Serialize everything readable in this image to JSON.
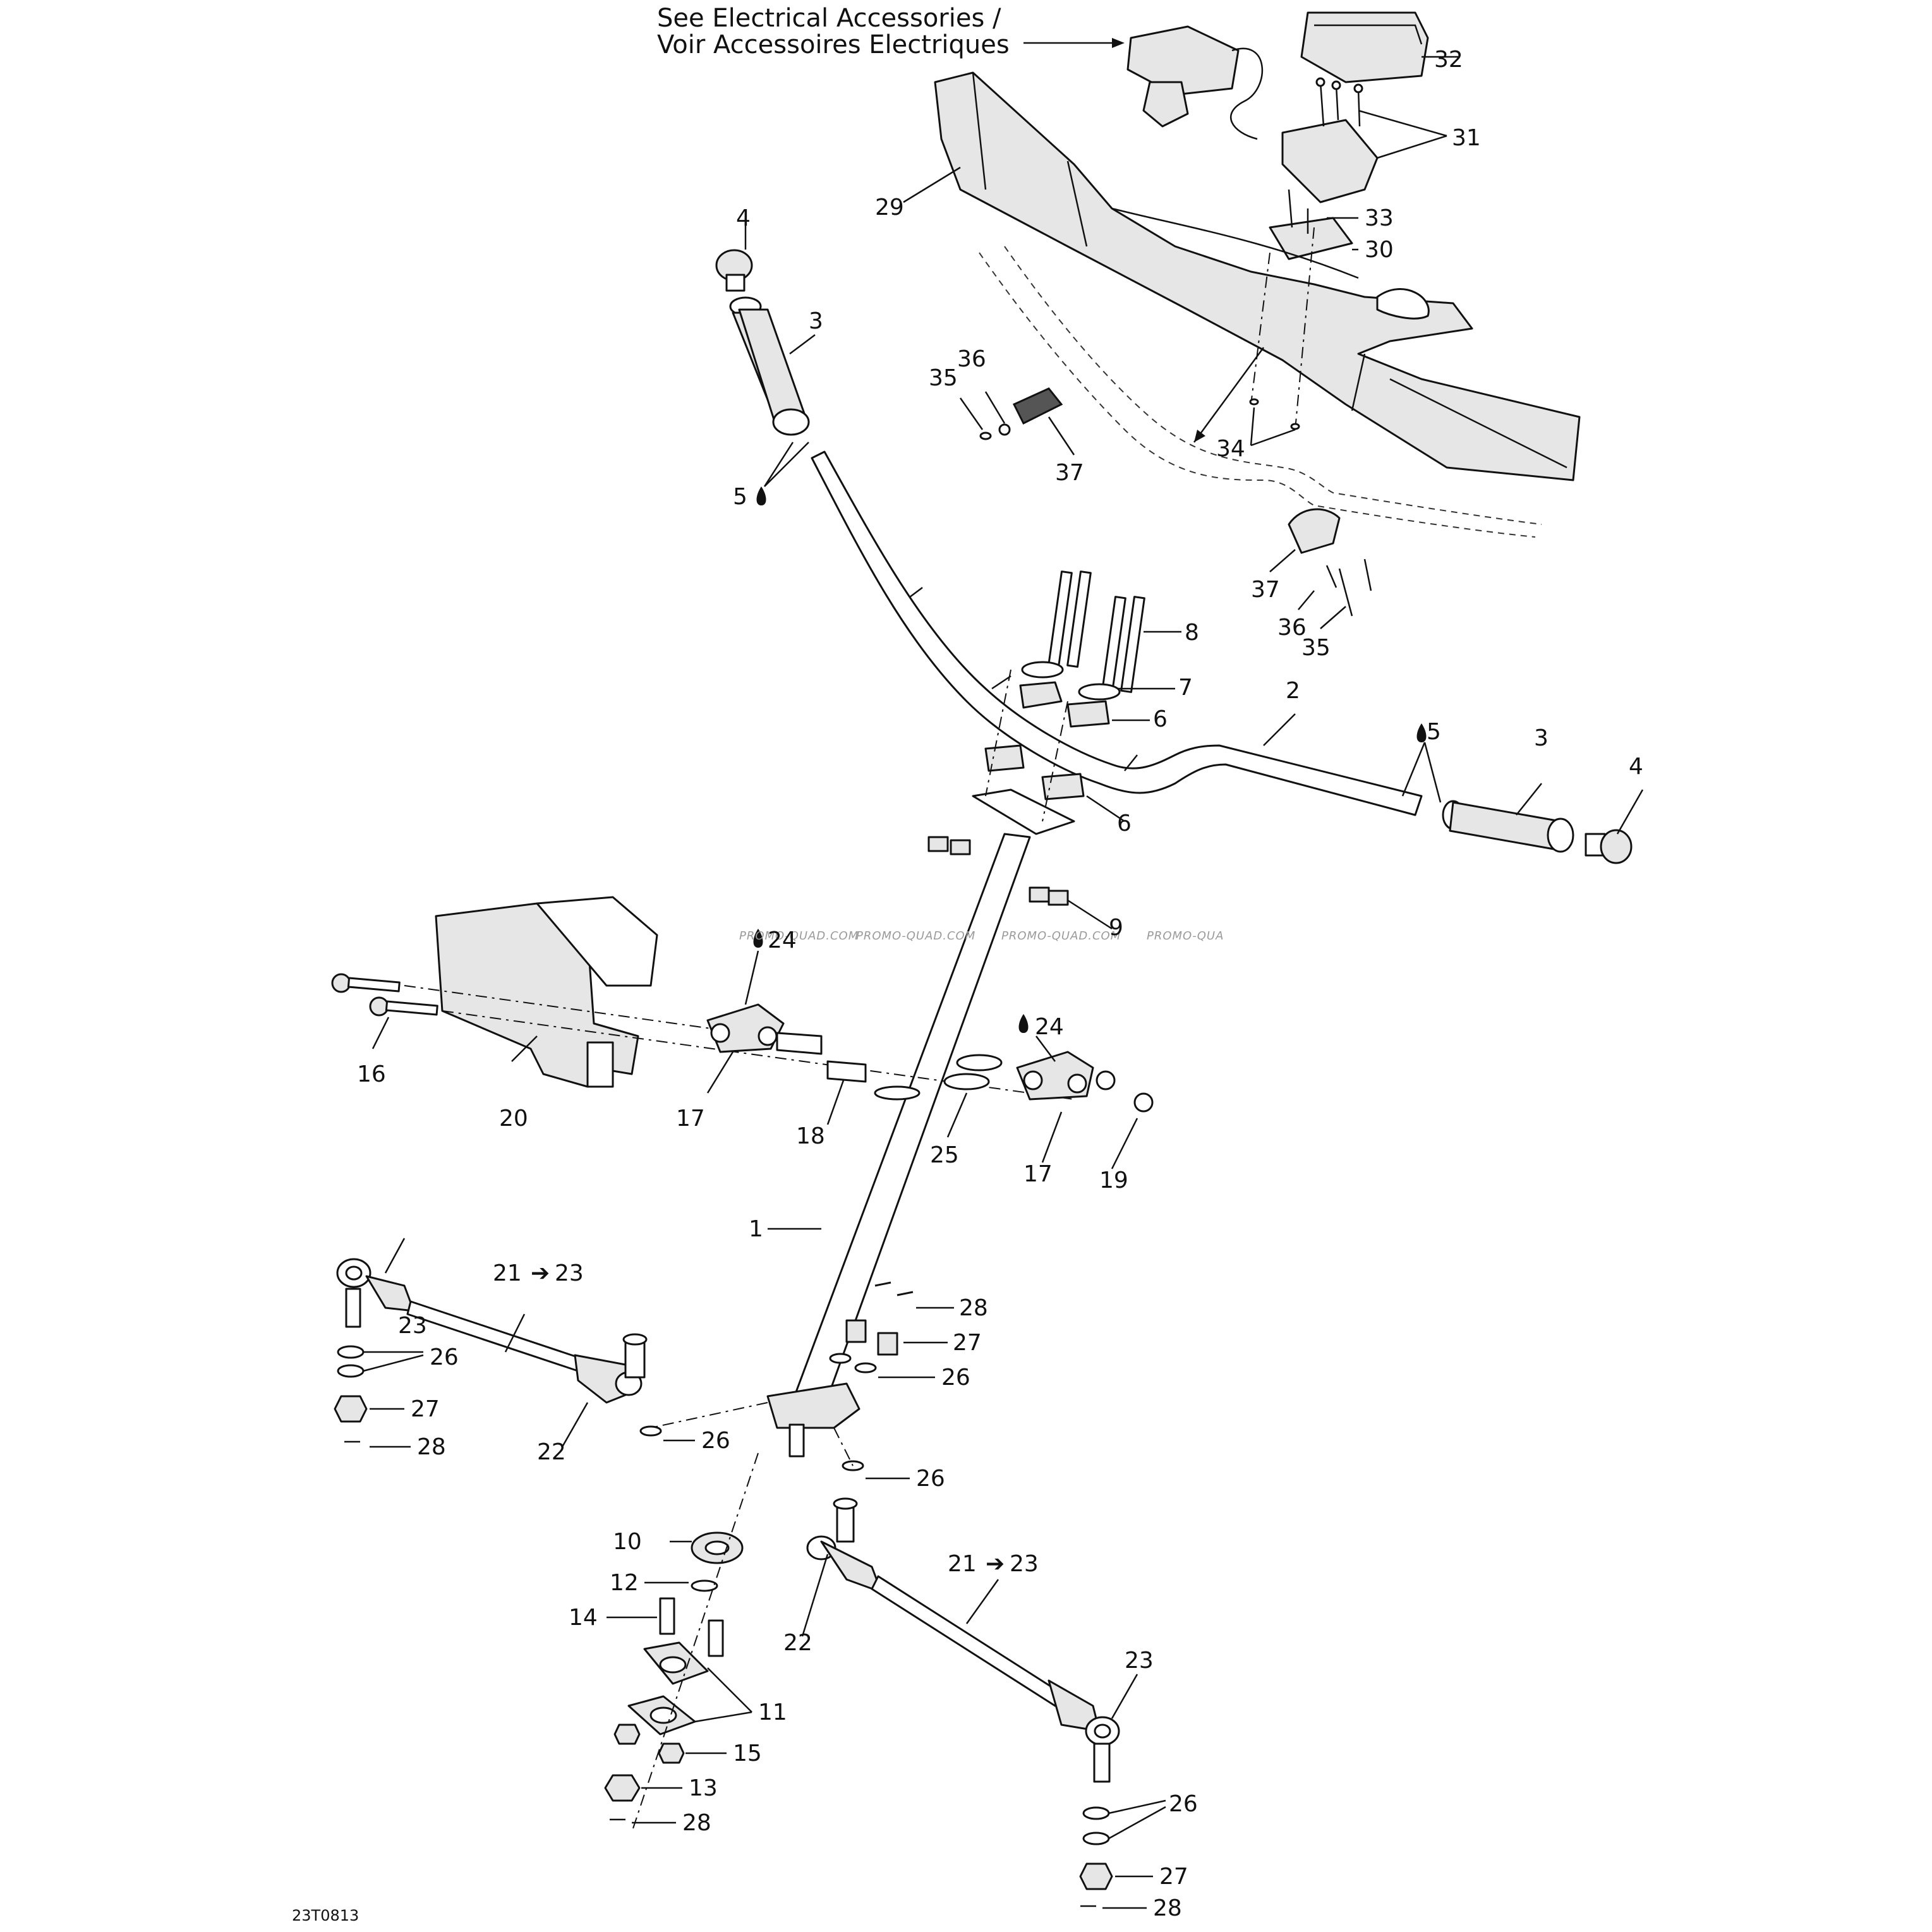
{
  "header": {
    "line1": "See Electrical Accessories  /",
    "line2": "Voir Accessoires Electriques"
  },
  "diagram_code": "23T0813",
  "watermark": [
    "PROMO-QUAD.COM",
    "PROMO-QUAD.COM",
    "PROMO-QUAD.COM",
    "PROMO-QUA"
  ],
  "callouts": {
    "c32": "32",
    "c31": "31",
    "c33": "33",
    "c30": "30",
    "c29": "29",
    "c4a": "4",
    "c3a": "3",
    "c36a": "36",
    "c35a": "35",
    "c37a": "37",
    "c5a": "5",
    "c34": "34",
    "c37b": "37",
    "c36b": "36",
    "c35b": "35",
    "c8": "8",
    "c7": "7",
    "c6a": "6",
    "c6b": "6",
    "c2": "2",
    "c5b": "5",
    "c3b": "3",
    "c4b": "4",
    "c9": "9",
    "c24a": "24",
    "c24b": "24",
    "c16": "16",
    "c20": "20",
    "c17a": "17",
    "c18": "18",
    "c25": "25",
    "c17b": "17",
    "c19": "19",
    "c1": "1",
    "c28a": "28",
    "c27a": "27",
    "c26a": "26",
    "c23a": "23",
    "c21a": "21",
    "c23a2": "23",
    "c26b": "26",
    "c26c": "26",
    "c26d": "26",
    "c27b": "27",
    "c28b": "28",
    "c22a": "22",
    "c10": "10",
    "c12": "12",
    "c14": "14",
    "c11": "11",
    "c15": "15",
    "c13": "13",
    "c28c": "28",
    "c21b": "21",
    "c23b2": "23",
    "c22b": "22",
    "c23b": "23",
    "c26e": "26",
    "c27c": "27",
    "c28d": "28"
  }
}
